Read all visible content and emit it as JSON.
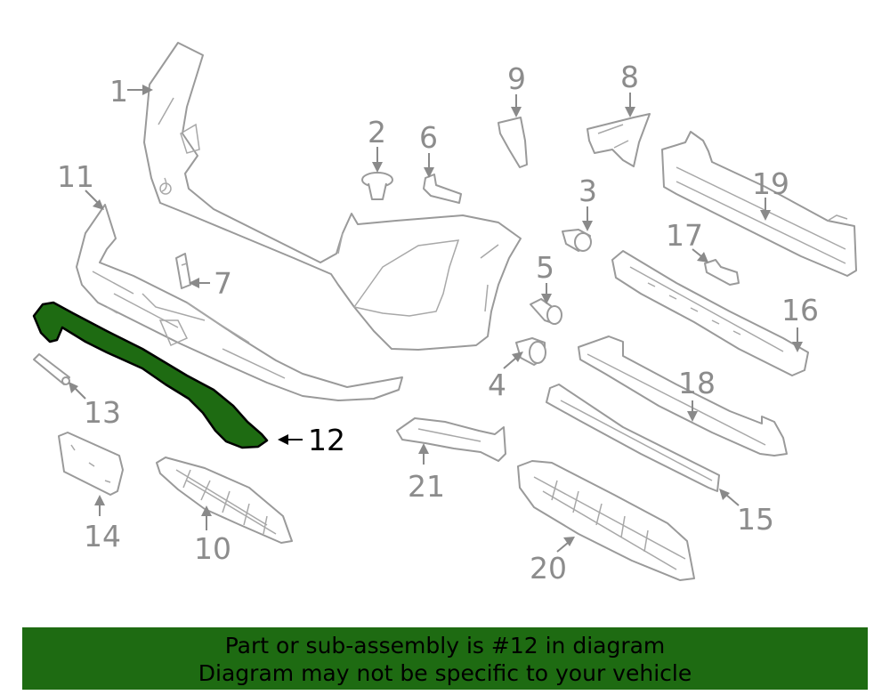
{
  "callouts": {
    "c1": "1",
    "c2": "2",
    "c3": "3",
    "c4": "4",
    "c5": "5",
    "c6": "6",
    "c7": "7",
    "c8": "8",
    "c9": "9",
    "c10": "10",
    "c11": "11",
    "c12": "12",
    "c13": "13",
    "c14": "14",
    "c15": "15",
    "c16": "16",
    "c17": "17",
    "c18": "18",
    "c19": "19",
    "c20": "20",
    "c21": "21"
  },
  "highlighted_part": "12",
  "banner": {
    "line1": "Part or sub-assembly is #12 in diagram",
    "line2": "Diagram may not be specific to your vehicle"
  },
  "colors": {
    "highlight_fill": "#1e6b12",
    "banner_background": "#1e6b12",
    "part_outline": "#9a9a9a",
    "callout_text": "#8c8c8c"
  }
}
